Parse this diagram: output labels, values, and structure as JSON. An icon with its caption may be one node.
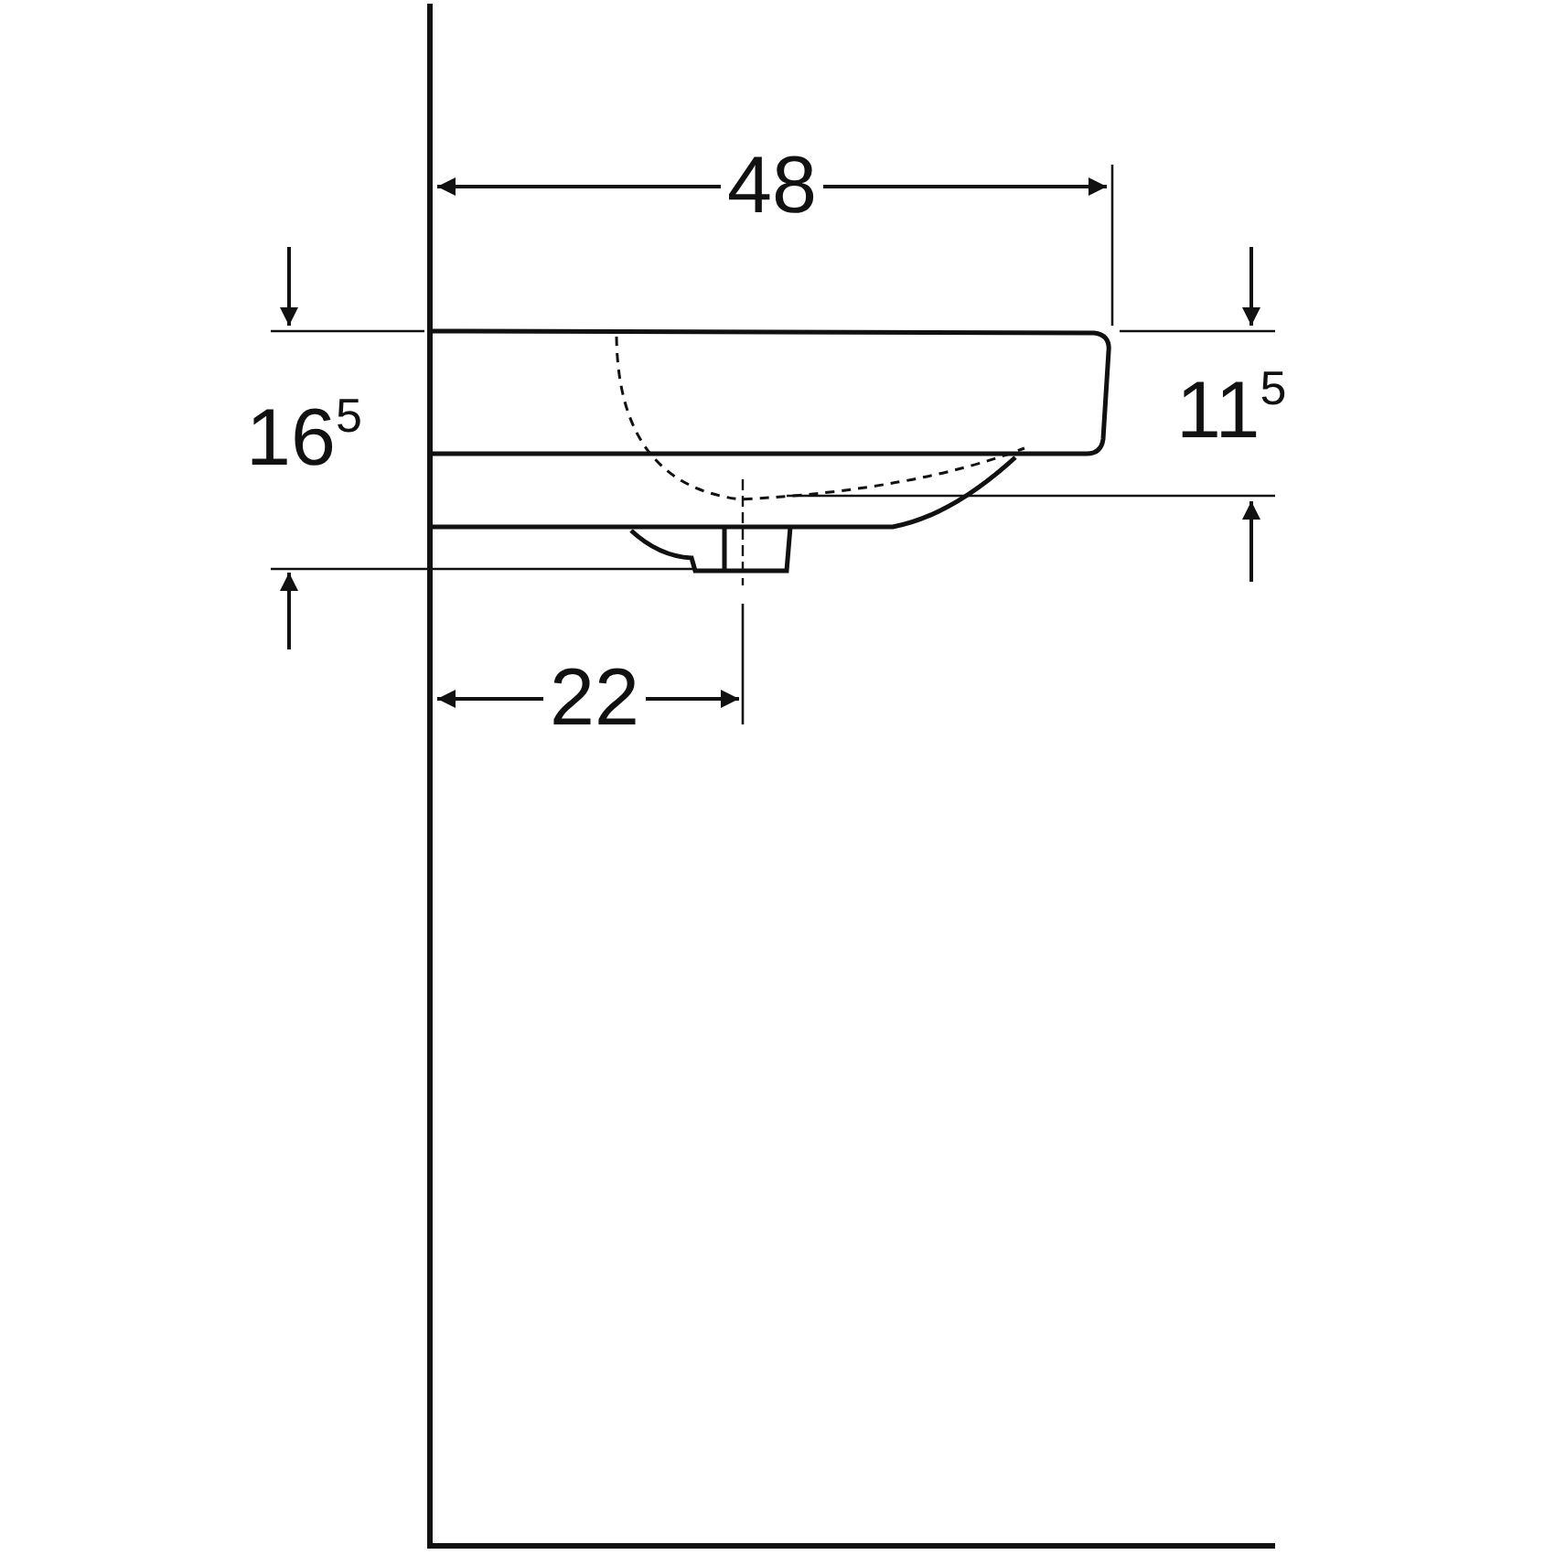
{
  "diagram": {
    "labels": [
      "48",
      "16$^{5}$",
      "11$^{5}$",
      "22"
    ]
  }
}
